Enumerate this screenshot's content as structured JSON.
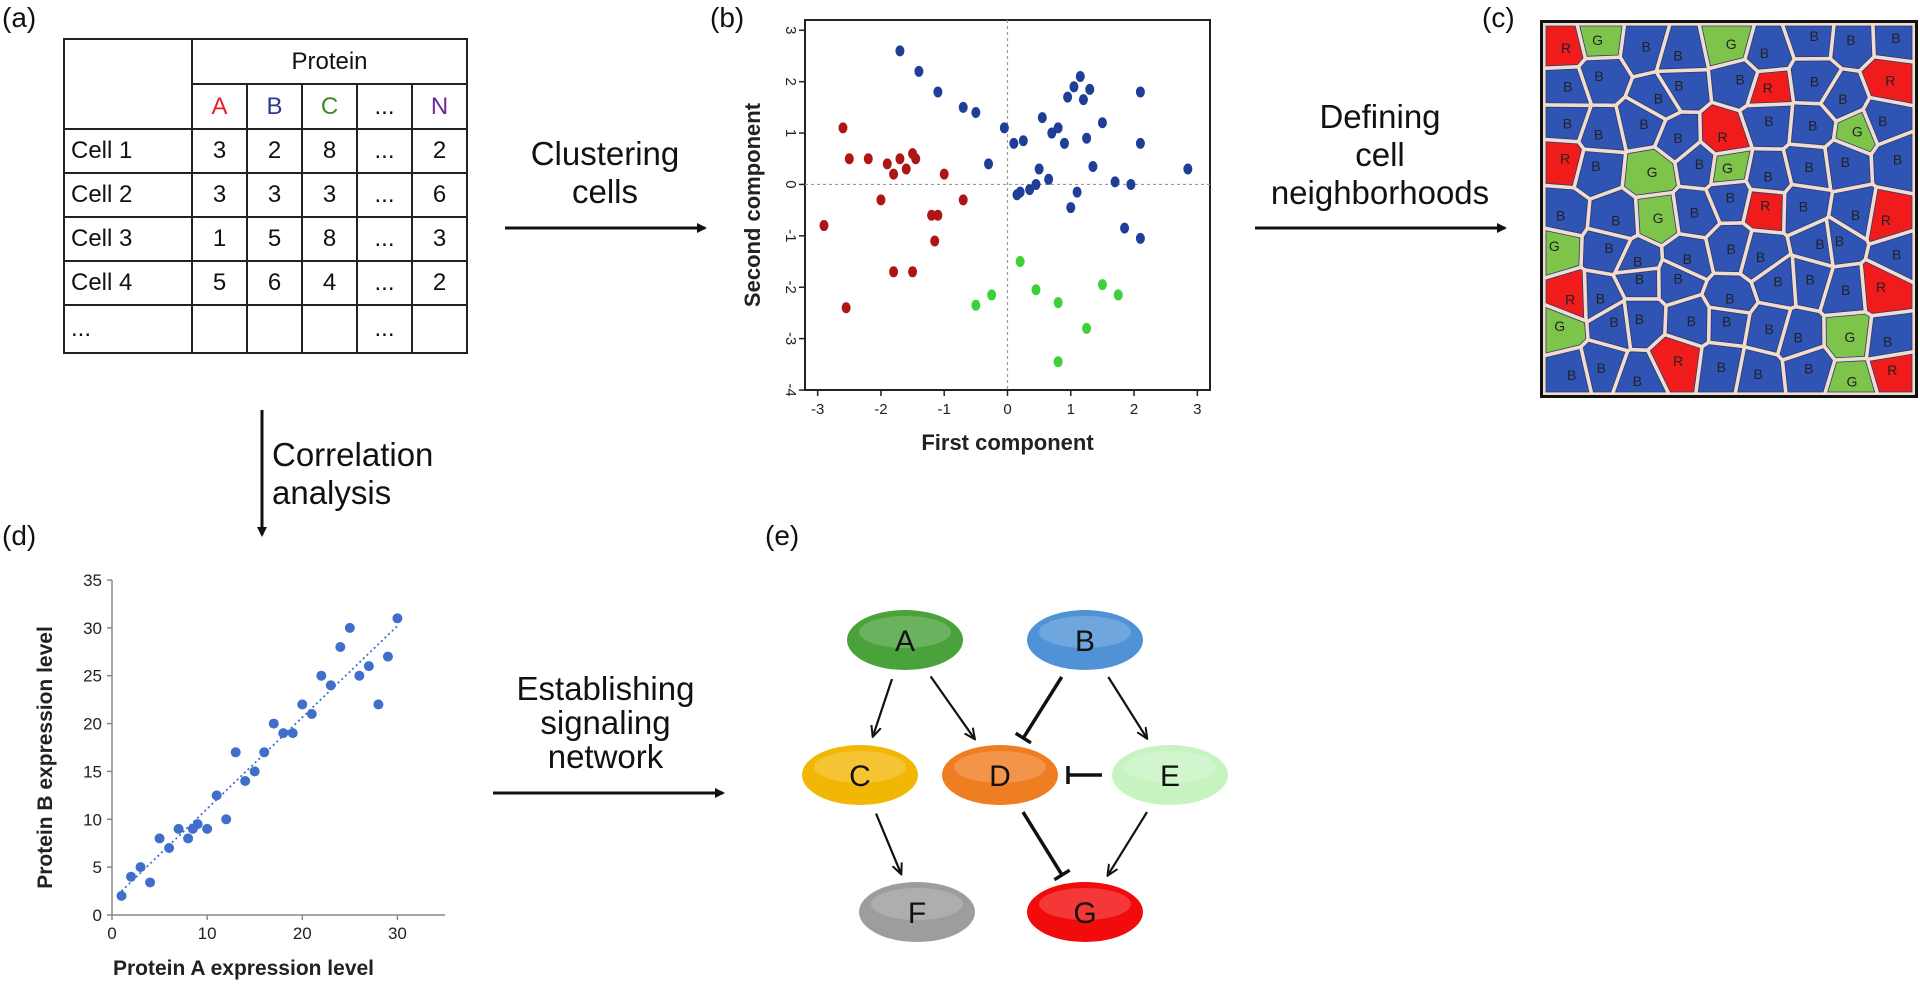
{
  "panel_labels": {
    "a": "(a)",
    "b": "(b)",
    "c": "(c)",
    "d": "(d)",
    "e": "(e)"
  },
  "flow": {
    "clustering": [
      "Clustering",
      "cells"
    ],
    "neighborhoods": [
      "Defining",
      "cell",
      "neighborhoods"
    ],
    "correlation": [
      "Correlation",
      "analysis"
    ],
    "signaling": [
      "Establishing",
      "signaling",
      "network"
    ]
  },
  "table": {
    "header": "Protein",
    "columns": [
      {
        "label": "A",
        "color": "#e8202a"
      },
      {
        "label": "B",
        "color": "#2b3a8f"
      },
      {
        "label": "C",
        "color": "#3a8a2a"
      },
      {
        "label": "...",
        "color": "#111111"
      },
      {
        "label": "N",
        "color": "#6a2a9a"
      }
    ],
    "rows": [
      {
        "label": "Cell 1",
        "values": [
          "3",
          "2",
          "8",
          "...",
          "2"
        ]
      },
      {
        "label": "Cell 2",
        "values": [
          "3",
          "3",
          "3",
          "...",
          "6"
        ]
      },
      {
        "label": "Cell 3",
        "values": [
          "1",
          "5",
          "8",
          "...",
          "3"
        ]
      },
      {
        "label": "Cell 4",
        "values": [
          "5",
          "6",
          "4",
          "...",
          "2"
        ]
      },
      {
        "label": "...",
        "values": [
          "",
          "",
          "",
          "...",
          ""
        ]
      }
    ]
  },
  "chart_data": [
    {
      "type": "scatter",
      "xlabel": "First component",
      "ylabel": "Second component",
      "xlim": [
        -3.2,
        3.2
      ],
      "ylim": [
        -4,
        3.2
      ],
      "xticks": [
        -3,
        -2,
        -1,
        0,
        1,
        2,
        3
      ],
      "yticks": [
        -4,
        -3,
        -2,
        -1,
        0,
        1,
        2,
        3
      ],
      "reference_lines": {
        "x": 0,
        "y": 0
      },
      "series": [
        {
          "color": "#b01515",
          "points": [
            [
              -2.6,
              1.1
            ],
            [
              -2.5,
              0.5
            ],
            [
              -2.2,
              0.5
            ],
            [
              -2.0,
              -0.3
            ],
            [
              -1.9,
              0.4
            ],
            [
              -1.8,
              0.2
            ],
            [
              -1.7,
              0.5
            ],
            [
              -1.6,
              0.3
            ],
            [
              -1.5,
              0.6
            ],
            [
              -1.45,
              0.5
            ],
            [
              -1.2,
              -0.6
            ],
            [
              -1.15,
              -1.1
            ],
            [
              -1.1,
              -0.6
            ],
            [
              -1.0,
              0.2
            ],
            [
              -0.7,
              -0.3
            ],
            [
              -2.9,
              -0.8
            ],
            [
              -2.55,
              -2.4
            ],
            [
              -1.8,
              -1.7
            ],
            [
              -1.5,
              -1.7
            ]
          ]
        },
        {
          "color": "#1f3f97",
          "points": [
            [
              -1.7,
              2.6
            ],
            [
              -1.4,
              2.2
            ],
            [
              -1.1,
              1.8
            ],
            [
              -0.7,
              1.5
            ],
            [
              -0.5,
              1.4
            ],
            [
              -0.3,
              0.4
            ],
            [
              -0.05,
              1.1
            ],
            [
              0.1,
              0.8
            ],
            [
              0.25,
              0.85
            ],
            [
              0.15,
              -0.2
            ],
            [
              0.2,
              -0.15
            ],
            [
              0.35,
              -0.1
            ],
            [
              0.45,
              0.0
            ],
            [
              0.5,
              0.3
            ],
            [
              0.55,
              1.3
            ],
            [
              0.65,
              0.1
            ],
            [
              0.7,
              1.0
            ],
            [
              0.8,
              1.1
            ],
            [
              0.9,
              0.8
            ],
            [
              0.95,
              1.7
            ],
            [
              1.0,
              -0.45
            ],
            [
              1.05,
              1.9
            ],
            [
              1.1,
              -0.15
            ],
            [
              1.15,
              2.1
            ],
            [
              1.2,
              1.65
            ],
            [
              1.25,
              0.9
            ],
            [
              1.3,
              1.85
            ],
            [
              1.35,
              0.35
            ],
            [
              1.5,
              1.2
            ],
            [
              1.7,
              0.05
            ],
            [
              1.85,
              -0.85
            ],
            [
              1.95,
              0.0
            ],
            [
              2.1,
              0.8
            ],
            [
              2.1,
              1.8
            ],
            [
              2.1,
              -1.05
            ],
            [
              2.85,
              0.3
            ]
          ]
        },
        {
          "color": "#3ed03a",
          "points": [
            [
              -0.5,
              -2.35
            ],
            [
              -0.25,
              -2.15
            ],
            [
              0.2,
              -1.5
            ],
            [
              0.45,
              -2.05
            ],
            [
              0.8,
              -2.3
            ],
            [
              0.8,
              -3.45
            ],
            [
              1.25,
              -2.8
            ],
            [
              1.5,
              -1.95
            ],
            [
              1.75,
              -2.15
            ]
          ]
        }
      ]
    },
    {
      "type": "scatter",
      "xlabel": "Protein A expression level",
      "ylabel": "Protein B expression level",
      "xlim": [
        0,
        35
      ],
      "ylim": [
        0,
        35
      ],
      "xticks": [
        0,
        10,
        20,
        30
      ],
      "yticks": [
        0,
        5,
        10,
        15,
        20,
        25,
        30,
        35
      ],
      "trendline": [
        [
          1,
          2.5
        ],
        [
          30,
          30.2
        ]
      ],
      "series": [
        {
          "color": "#3f6fca",
          "points": [
            [
              1,
              2
            ],
            [
              2,
              4
            ],
            [
              3,
              5
            ],
            [
              4,
              3.4
            ],
            [
              5,
              8
            ],
            [
              6,
              7
            ],
            [
              7,
              9
            ],
            [
              8,
              8
            ],
            [
              8.5,
              9
            ],
            [
              9,
              9.5
            ],
            [
              10,
              9
            ],
            [
              11,
              12.5
            ],
            [
              12,
              10
            ],
            [
              13,
              17
            ],
            [
              14,
              14
            ],
            [
              15,
              15
            ],
            [
              16,
              17
            ],
            [
              17,
              20
            ],
            [
              18,
              19
            ],
            [
              19,
              19
            ],
            [
              20,
              22
            ],
            [
              21,
              21
            ],
            [
              22,
              25
            ],
            [
              23,
              24
            ],
            [
              24,
              28
            ],
            [
              25,
              30
            ],
            [
              26,
              25
            ],
            [
              27,
              26
            ],
            [
              28,
              22
            ],
            [
              29,
              27
            ],
            [
              30,
              31
            ]
          ]
        }
      ]
    }
  ],
  "cell_map": {
    "labels": [
      "R",
      "G",
      "B"
    ],
    "colors": {
      "R": "#f01c1c",
      "G": "#7ec44a",
      "B": "#2f54b3",
      "background": "#f2dccc"
    }
  },
  "network": {
    "nodes": [
      {
        "id": "A",
        "label": "A",
        "color": "#4aa23a"
      },
      {
        "id": "B",
        "label": "B",
        "color": "#4f93d6"
      },
      {
        "id": "C",
        "label": "C",
        "color": "#f2b705"
      },
      {
        "id": "D",
        "label": "D",
        "color": "#ef7d22"
      },
      {
        "id": "E",
        "label": "E",
        "color": "#c7f3c1"
      },
      {
        "id": "F",
        "label": "F",
        "color": "#9d9d9d"
      },
      {
        "id": "G",
        "label": "G",
        "color": "#f20b0b"
      }
    ],
    "edges": [
      {
        "from": "A",
        "to": "C",
        "type": "activation"
      },
      {
        "from": "A",
        "to": "D",
        "type": "activation"
      },
      {
        "from": "B",
        "to": "D",
        "type": "inhibition"
      },
      {
        "from": "B",
        "to": "E",
        "type": "activation"
      },
      {
        "from": "E",
        "to": "D",
        "type": "inhibition"
      },
      {
        "from": "C",
        "to": "F",
        "type": "activation"
      },
      {
        "from": "D",
        "to": "G",
        "type": "inhibition"
      },
      {
        "from": "E",
        "to": "G",
        "type": "activation"
      }
    ]
  }
}
